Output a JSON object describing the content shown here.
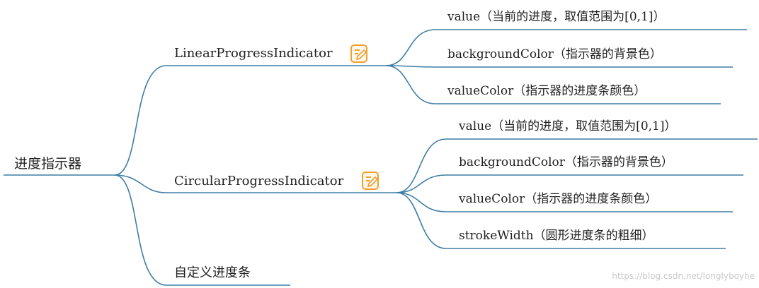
{
  "root": {
    "label": "进度指示器"
  },
  "branches": [
    {
      "label": "LinearProgressIndicator",
      "icon": "edit-note-icon",
      "children": [
        "value（当前的进度，取值范围为[0,1]）",
        "backgroundColor（指示器的背景色）",
        "valueColor（指示器的进度条颜色）"
      ]
    },
    {
      "label": "CircularProgressIndicator",
      "icon": "edit-note-icon",
      "children": [
        "value（当前的进度，取值范围为[0,1]）",
        "backgroundColor（指示器的背景色）",
        "valueColor（指示器的进度条颜色）",
        "strokeWidth（圆形进度条的粗细）"
      ]
    },
    {
      "label": "自定义进度条",
      "children": []
    }
  ],
  "watermark": "https://blog.csdn.net/longlyboyhe",
  "colors": {
    "edge": "#3f7ea6",
    "icon": "#f0a030"
  }
}
